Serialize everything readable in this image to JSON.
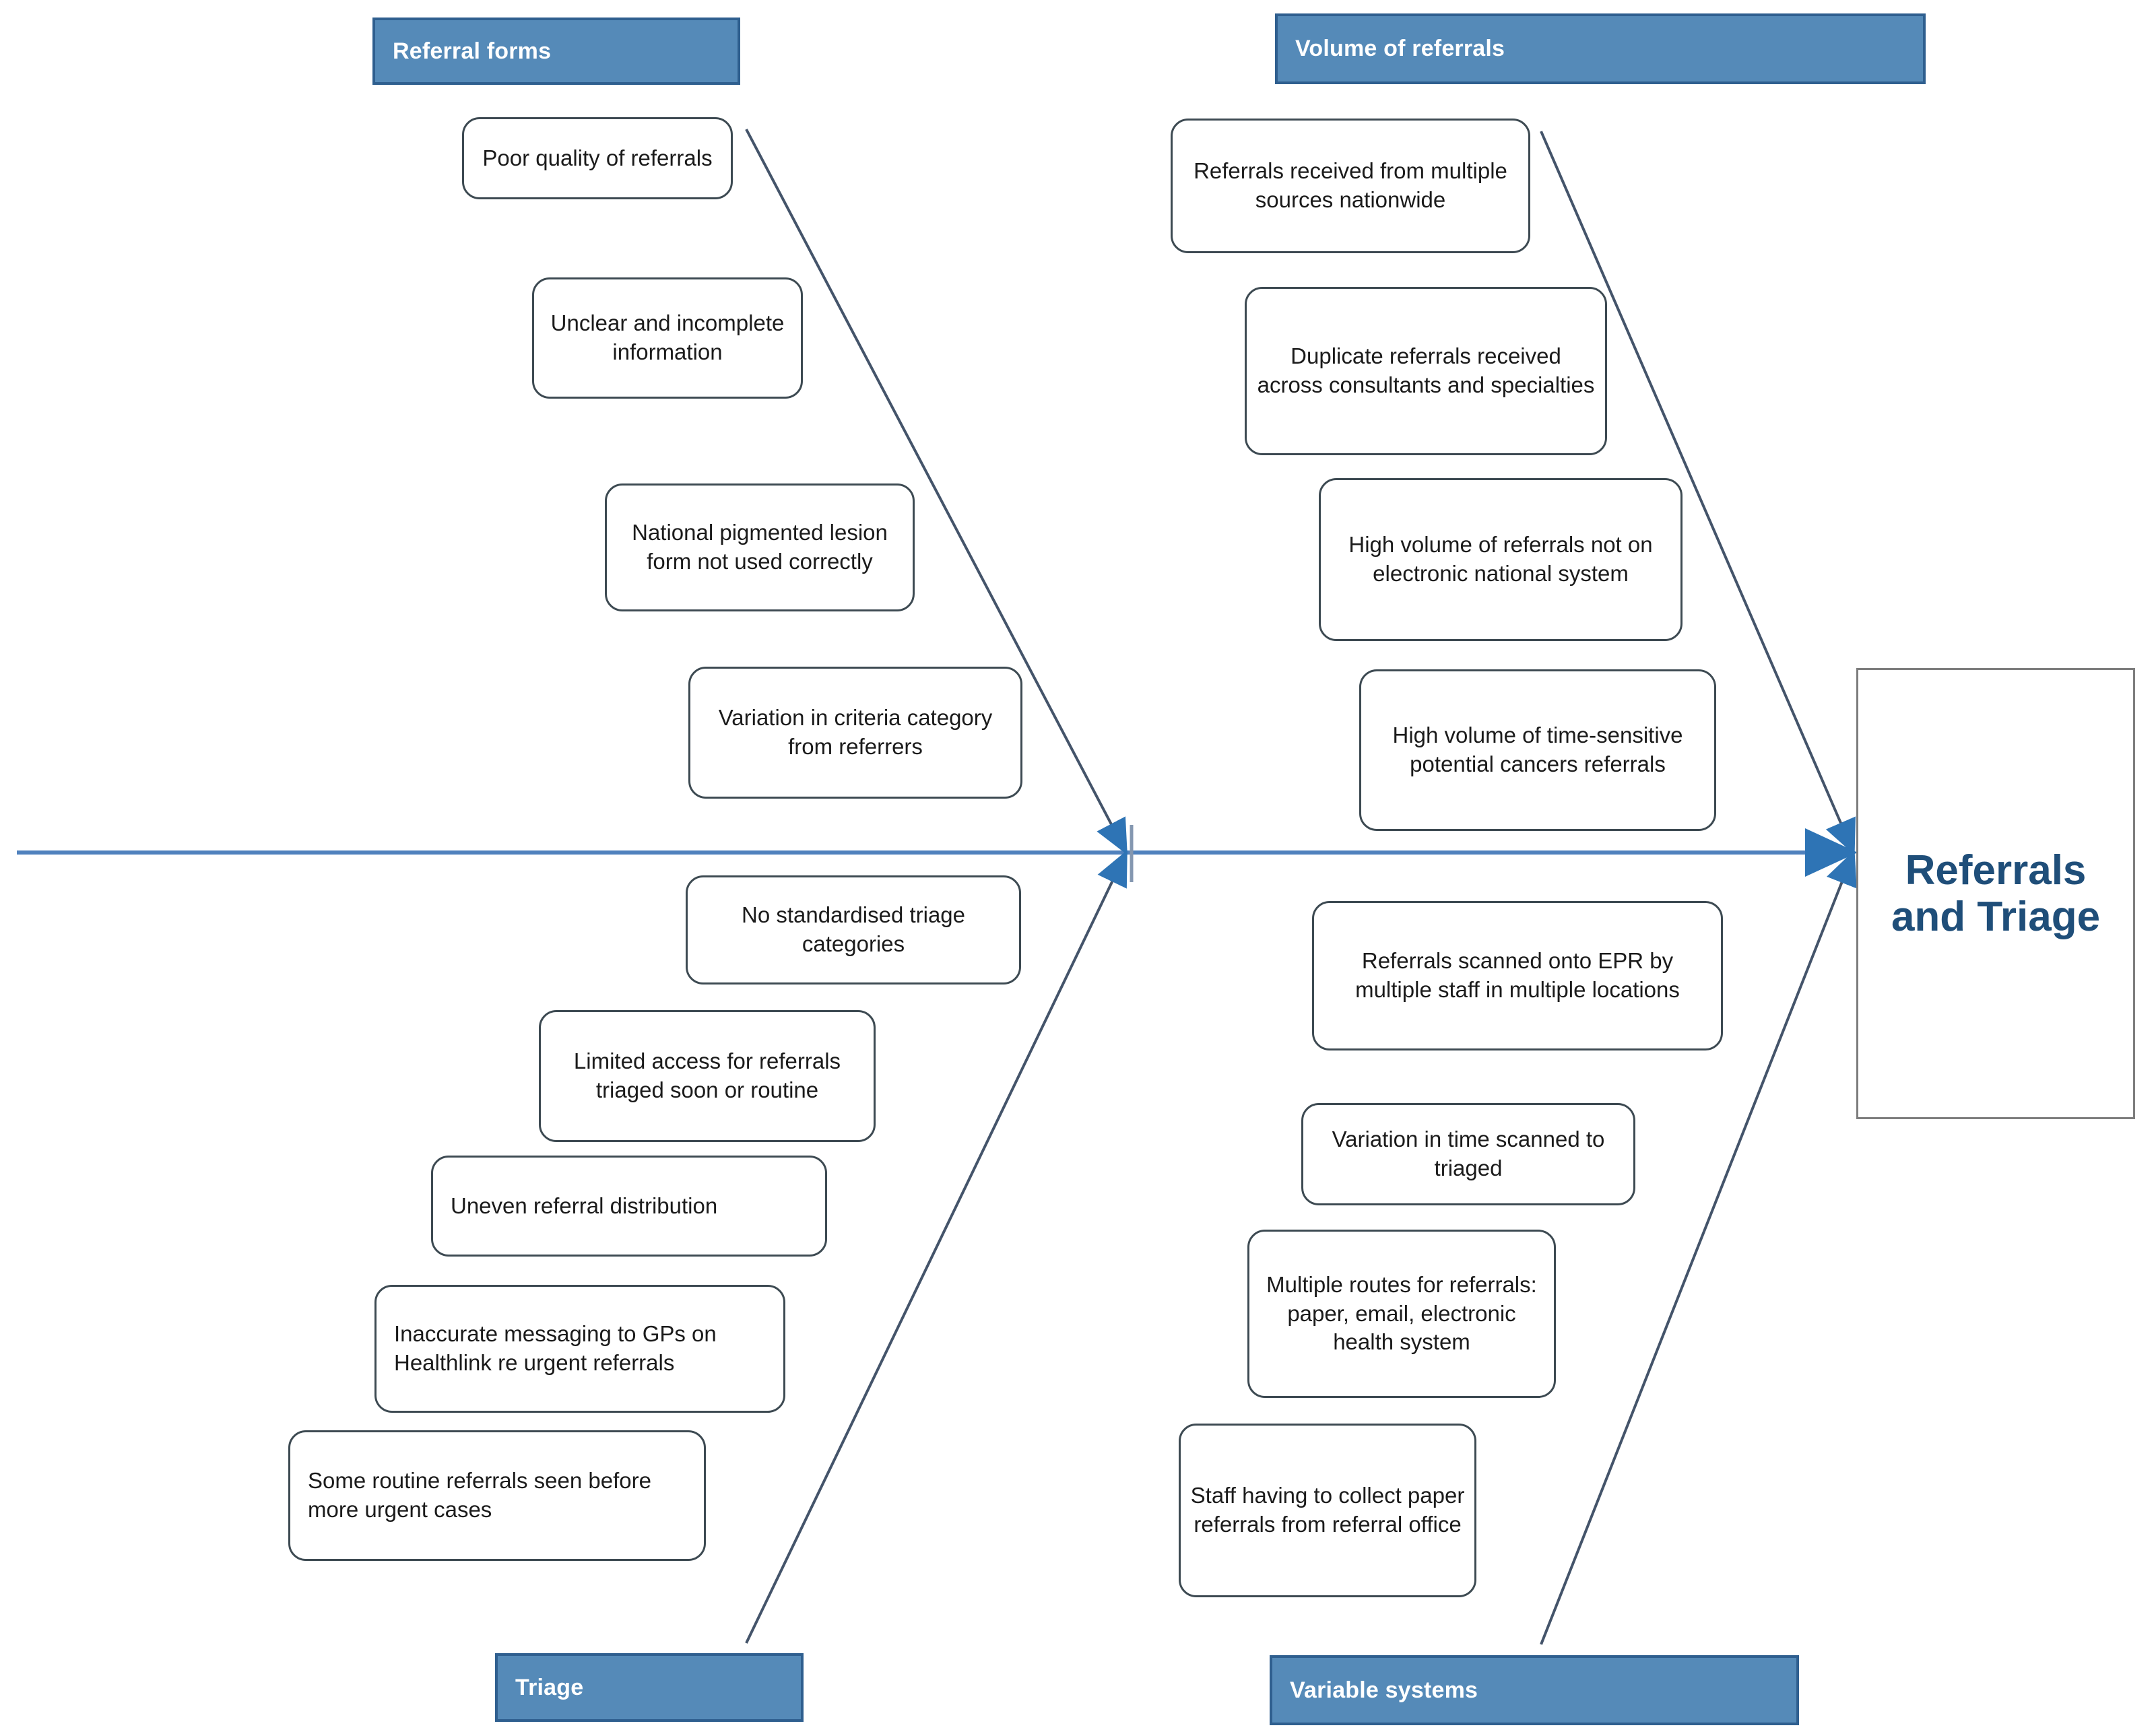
{
  "diagram": {
    "type": "fishbone-ishikawa",
    "effect": {
      "label": "Referrals\nand Triage"
    },
    "colors": {
      "header_fill": "#558ab8",
      "header_border": "#2f5f8f",
      "header_text": "#ffffff",
      "spine": "#4f81bd",
      "bone": "#44546a",
      "cause_border": "#3d4a52",
      "effect_text": "#1f4e79",
      "effect_border": "#7d7d7d"
    },
    "categories": [
      {
        "id": "referral-forms",
        "label": "Referral forms",
        "position": "top-left",
        "causes": [
          "Poor quality of referrals",
          "Unclear and incomplete information",
          "National pigmented lesion form not used correctly",
          "Variation in criteria category from referrers"
        ]
      },
      {
        "id": "volume-of-referrals",
        "label": "Volume of referrals",
        "position": "top-right",
        "causes": [
          "Referrals received from multiple sources nationwide",
          "Duplicate referrals received across consultants and specialties",
          "High volume of referrals not on electronic national system",
          "High volume of time-sensitive potential cancers referrals"
        ]
      },
      {
        "id": "triage",
        "label": "Triage",
        "position": "bottom-left",
        "causes": [
          "No standardised triage categories",
          "Limited access for referrals triaged soon or routine",
          "Uneven referral distribution",
          "Inaccurate messaging to GPs on Healthlink re urgent referrals",
          "Some routine referrals seen before more urgent cases"
        ]
      },
      {
        "id": "variable-systems",
        "label": "Variable systems",
        "position": "bottom-right",
        "causes": [
          "Referrals scanned onto EPR by multiple staff in multiple locations",
          "Variation in time scanned to triaged",
          "Multiple routes for referrals: paper, email, electronic health system",
          "Staff having to collect paper referrals from referral office"
        ]
      }
    ]
  }
}
